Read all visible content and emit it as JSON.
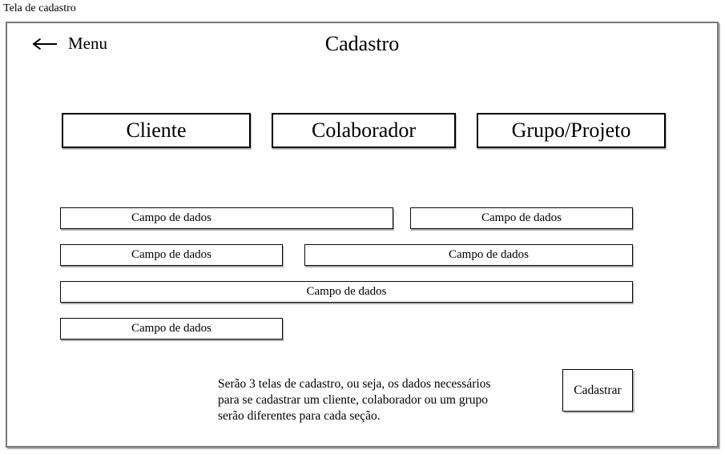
{
  "page_label": "Tela de cadastro",
  "header": {
    "back_icon": "left-arrow-icon",
    "back_label": "Menu",
    "title": "Cadastro"
  },
  "tabs": [
    {
      "label": "Cliente"
    },
    {
      "label": "Colaborador"
    },
    {
      "label": "Grupo/Projeto"
    }
  ],
  "fields": [
    {
      "label": "Campo de dados"
    },
    {
      "label": "Campo de dados"
    },
    {
      "label": "Campo de dados"
    },
    {
      "label": "Campo de dados"
    },
    {
      "label": "Campo de dados"
    },
    {
      "label": "Campo de dados"
    }
  ],
  "note": "Serão 3 telas de cadastro, ou seja, os dados necessários para se cadastrar um cliente, colaborador ou um grupo serão diferentes para cada seção.",
  "submit_label": "Cadastrar",
  "colors": {
    "frame_border": "#787878",
    "box_border": "#000000",
    "text": "#000000",
    "background": "#ffffff"
  }
}
